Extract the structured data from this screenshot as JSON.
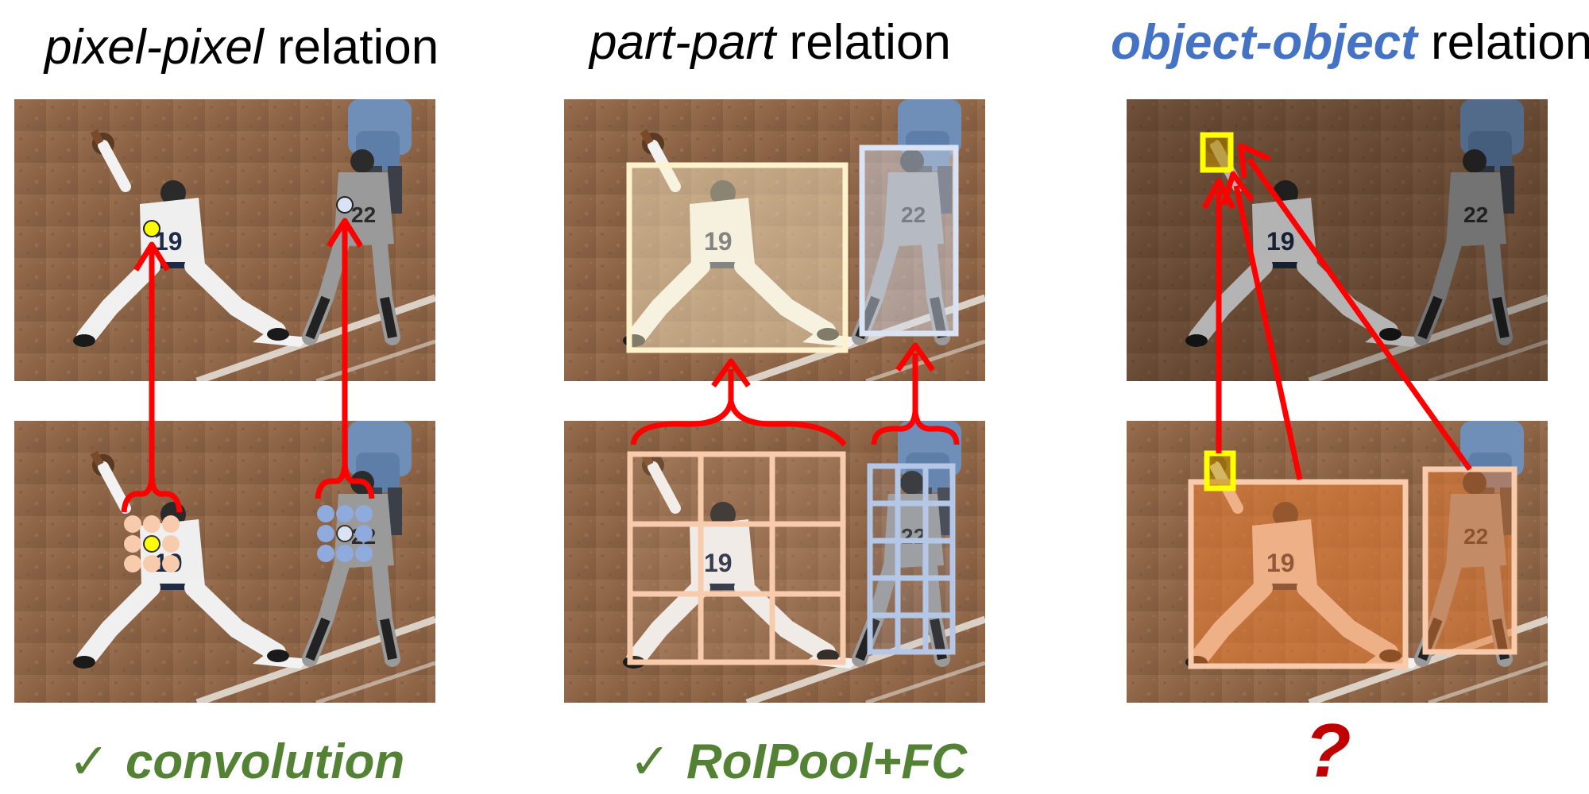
{
  "panels": [
    {
      "title_italic": "pixel-pixel",
      "title_rest": " relation",
      "caption_check": "✓",
      "caption_text": "convolution"
    },
    {
      "title_italic": "part-part",
      "title_rest": " relation",
      "caption_check": "✓",
      "caption_text": "RoIPool+FC"
    },
    {
      "title_italic": "object-object",
      "title_rest": " relation",
      "caption_text": "?"
    }
  ],
  "colors": {
    "arrow": "#ff0000",
    "caption_green": "#548235",
    "question_red": "#c00000",
    "title_blue": "#4472c4",
    "pixel_yellow": "#ffff00",
    "peach": "#f8cbad",
    "light_blue": "#b4c7e7",
    "pale_yellow": "#fff2cc",
    "orange_fill": "#ed7d31"
  }
}
